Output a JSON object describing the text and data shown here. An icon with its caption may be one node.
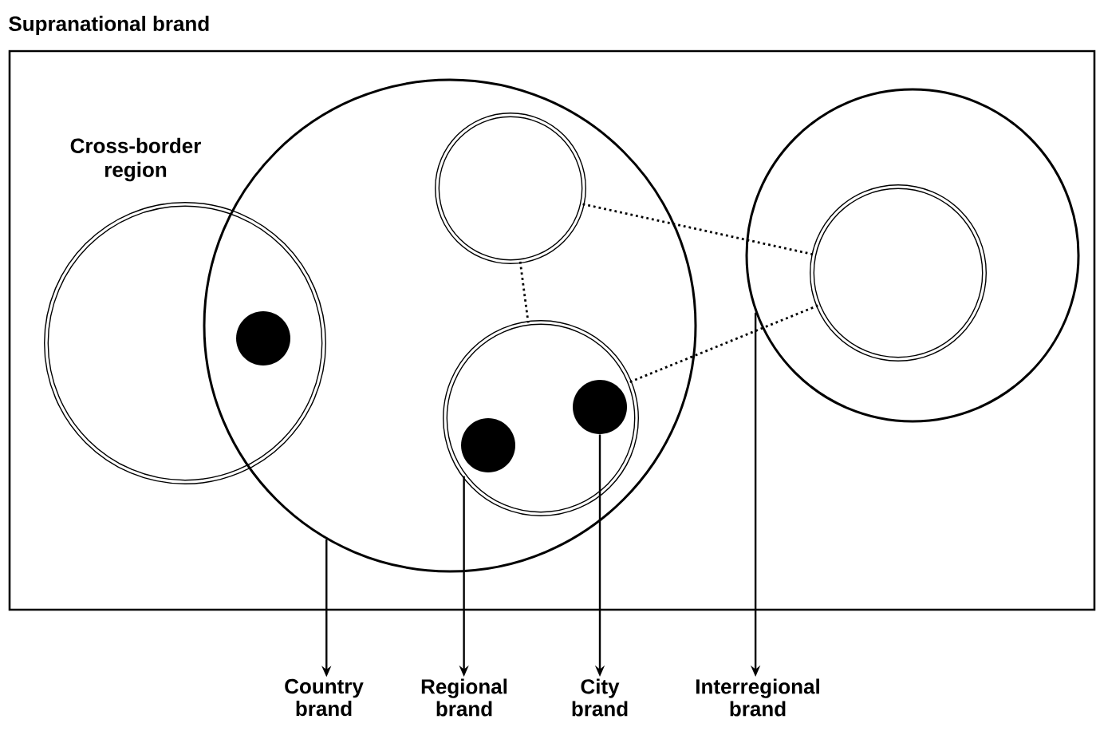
{
  "diagram": {
    "nodes": [
      {
        "text": [
          "Supranational brand"
        ]
      },
      {
        "text": [
          "Cross-border region"
        ],
        "in": 0
      },
      {
        "text": [],
        "shape": "circle",
        "in": 0
      },
      {
        "text": [],
        "shape": "circle",
        "in": 2
      },
      {
        "text": [],
        "shape": "circle",
        "in": 2
      },
      {
        "text": [],
        "shape": "circle",
        "in": 0
      },
      {
        "text": [],
        "shape": "circle",
        "in": 5
      },
      {
        "text": [],
        "shape": "circle"
      },
      {
        "text": [],
        "shape": "circle",
        "in": 4
      },
      {
        "text": [],
        "shape": "circle",
        "in": 4
      },
      {
        "text": [
          "Country brand"
        ]
      },
      {
        "text": [
          "Regional brand"
        ]
      },
      {
        "text": [
          "City brand"
        ]
      },
      {
        "text": [
          "Interregional brand"
        ]
      }
    ],
    "edges": [
      {
        "from": 3,
        "to": 4,
        "arrow": "none",
        "style": "dashed"
      },
      {
        "from": 3,
        "to": 6,
        "arrow": "none",
        "style": "dashed"
      },
      {
        "from": 4,
        "to": 6,
        "arrow": "none",
        "style": "dashed"
      },
      {
        "from": 2,
        "to": 10,
        "arrow": "to"
      },
      {
        "from": 4,
        "to": 11,
        "arrow": "to"
      },
      {
        "from": 9,
        "to": 12,
        "arrow": "to"
      },
      {
        "from": 5,
        "to": 13,
        "arrow": "to"
      }
    ]
  }
}
